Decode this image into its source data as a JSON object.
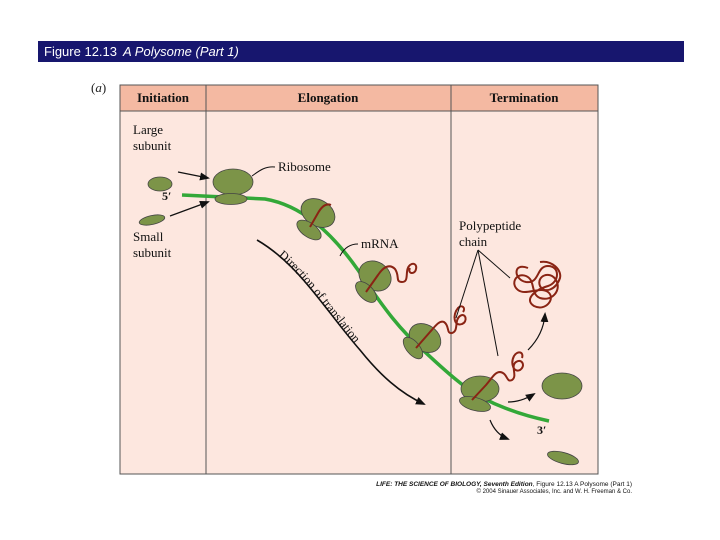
{
  "header": {
    "figure_number": "Figure 12.13",
    "figure_title": "A Polysome (Part 1)"
  },
  "panel_label": "a",
  "columns": {
    "initiation": "Initiation",
    "elongation": "Elongation",
    "termination": "Termination"
  },
  "labels": {
    "large_subunit_1": "Large",
    "large_subunit_2": "subunit",
    "small_subunit_1": "Small",
    "small_subunit_2": "subunit",
    "ribosome": "Ribosome",
    "mrna": "mRNA",
    "polypeptide_1": "Polypeptide",
    "polypeptide_2": "chain",
    "five_prime": "5′",
    "three_prime": "3′",
    "direction": "Direction of translation"
  },
  "credit": {
    "book": "LIFE: THE SCIENCE OF BIOLOGY, Seventh Edition",
    "figure_ref": ", Figure 12.13 A Polysome (Part 1)",
    "copyright": "© 2004 Sinauer Associates, Inc. and W. H. Freeman & Co."
  },
  "colors": {
    "title_bar": "#17166e",
    "header_fill": "#f4b9a2",
    "panel_fill": "#fde7df",
    "ribosome": "#7c9448",
    "mrna": "#33a838",
    "polypeptide": "#8a2414"
  }
}
